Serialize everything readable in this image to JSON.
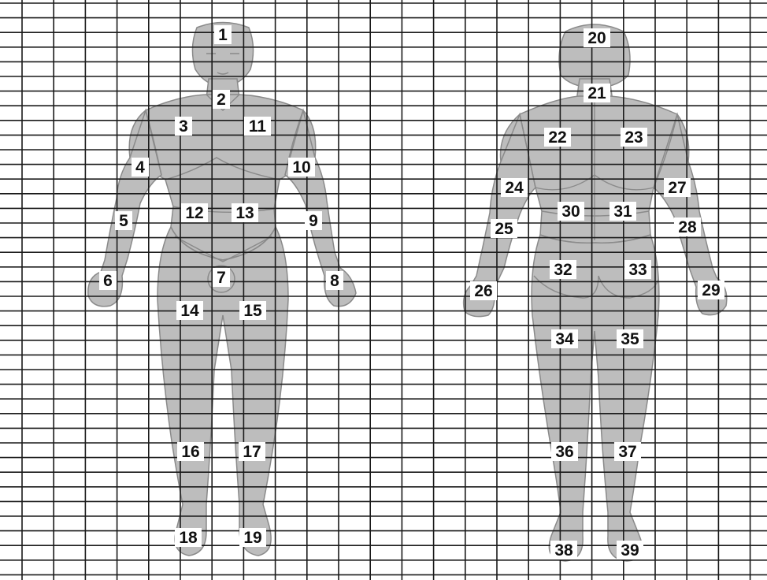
{
  "figure": {
    "front_regions": [
      {
        "id": "1",
        "label": "1"
      },
      {
        "id": "2",
        "label": "2"
      },
      {
        "id": "3",
        "label": "3"
      },
      {
        "id": "4",
        "label": "4"
      },
      {
        "id": "5",
        "label": "5"
      },
      {
        "id": "6",
        "label": "6"
      },
      {
        "id": "7",
        "label": "7"
      },
      {
        "id": "8",
        "label": "8"
      },
      {
        "id": "9",
        "label": "9"
      },
      {
        "id": "10",
        "label": "10"
      },
      {
        "id": "11",
        "label": "11"
      },
      {
        "id": "12",
        "label": "12"
      },
      {
        "id": "13",
        "label": "13"
      },
      {
        "id": "14",
        "label": "14"
      },
      {
        "id": "15",
        "label": "15"
      },
      {
        "id": "16",
        "label": "16"
      },
      {
        "id": "17",
        "label": "17"
      },
      {
        "id": "18",
        "label": "18"
      },
      {
        "id": "19",
        "label": "19"
      }
    ],
    "back_regions": [
      {
        "id": "20",
        "label": "20"
      },
      {
        "id": "21",
        "label": "21"
      },
      {
        "id": "22",
        "label": "22"
      },
      {
        "id": "23",
        "label": "23"
      },
      {
        "id": "24",
        "label": "24"
      },
      {
        "id": "25",
        "label": "25"
      },
      {
        "id": "26",
        "label": "26"
      },
      {
        "id": "27",
        "label": "27"
      },
      {
        "id": "28",
        "label": "28"
      },
      {
        "id": "29",
        "label": "29"
      },
      {
        "id": "30",
        "label": "30"
      },
      {
        "id": "31",
        "label": "31"
      },
      {
        "id": "32",
        "label": "32"
      },
      {
        "id": "33",
        "label": "33"
      },
      {
        "id": "34",
        "label": "34"
      },
      {
        "id": "35",
        "label": "35"
      },
      {
        "id": "36",
        "label": "36"
      },
      {
        "id": "37",
        "label": "37"
      },
      {
        "id": "38",
        "label": "38"
      },
      {
        "id": "39",
        "label": "39"
      }
    ],
    "colors": {
      "body": "#bdbdbd",
      "outline": "#8a8a8a",
      "grid": "#1a1a1a",
      "label_bg": "#ffffff",
      "label_text": "#111111"
    }
  }
}
